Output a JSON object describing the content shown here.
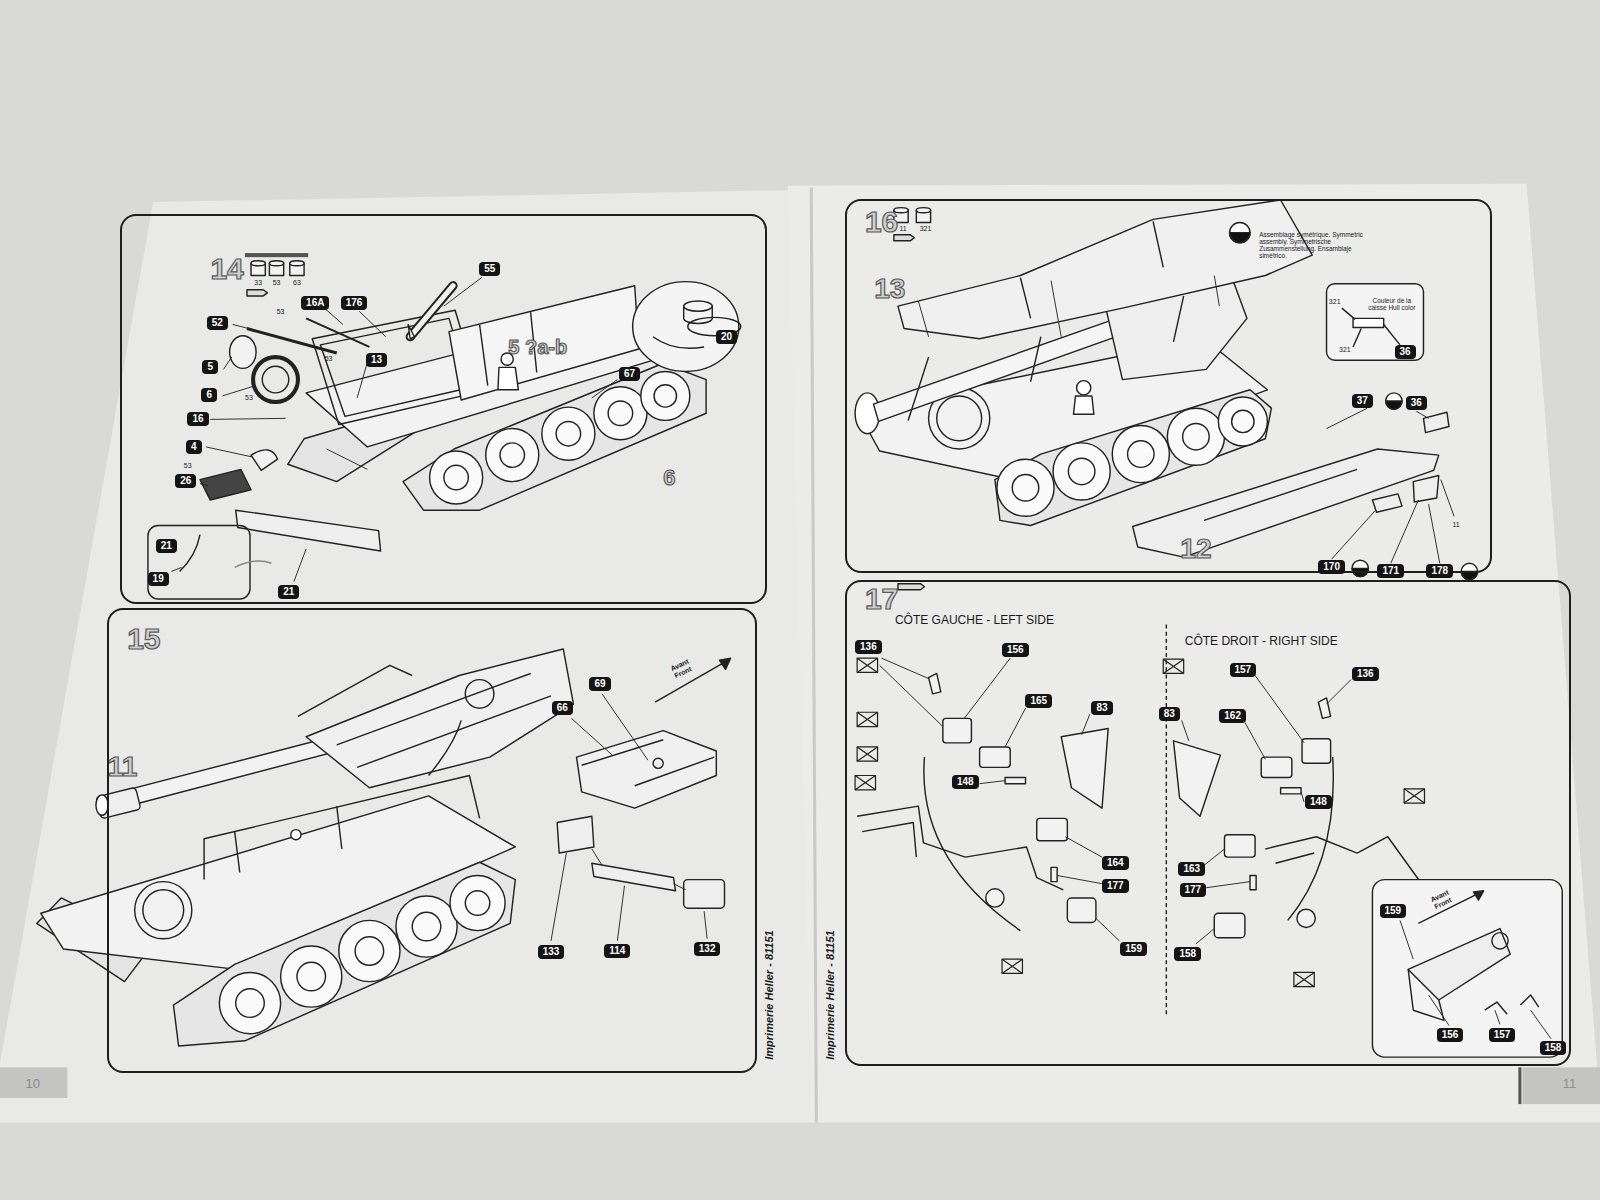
{
  "diagram": {
    "nodes": [
      {
        "text": [
          "14"
        ]
      },
      {
        "text": [
          "55"
        ],
        "in": 0
      },
      {
        "text": [
          "52"
        ],
        "in": 0
      },
      {
        "text": [
          "16A"
        ],
        "in": 0
      },
      {
        "text": [
          "176"
        ],
        "in": 0
      },
      {
        "text": [
          "13"
        ],
        "in": 0
      },
      {
        "text": [
          "67"
        ],
        "in": 0
      },
      {
        "text": [
          "20"
        ],
        "in": 0
      },
      {
        "text": [
          "5"
        ],
        "in": 0
      },
      {
        "text": [
          "6"
        ],
        "in": 0
      },
      {
        "text": [
          "16"
        ],
        "in": 0
      },
      {
        "text": [
          "4"
        ],
        "in": 0
      },
      {
        "text": [
          "26"
        ],
        "in": 0
      },
      {
        "text": [
          "21"
        ],
        "in": 0
      },
      {
        "text": [
          "19"
        ],
        "in": 0
      },
      {
        "text": [
          "21"
        ],
        "in": 0
      },
      {
        "text": [
          "15"
        ]
      },
      {
        "text": [
          "69"
        ],
        "in": 16
      },
      {
        "text": [
          "66"
        ],
        "in": 16
      },
      {
        "text": [
          "133"
        ],
        "in": 16
      },
      {
        "text": [
          "114"
        ],
        "in": 16
      },
      {
        "text": [
          "132"
        ],
        "in": 16
      },
      {
        "text": [
          "16"
        ]
      },
      {
        "text": [
          "36"
        ],
        "in": 22
      },
      {
        "text": [
          "37"
        ],
        "in": 22
      },
      {
        "text": [
          "36"
        ],
        "in": 22
      },
      {
        "text": [
          "170"
        ],
        "in": 22
      },
      {
        "text": [
          "171"
        ],
        "in": 22
      },
      {
        "text": [
          "178"
        ],
        "in": 22
      },
      {
        "text": [
          "17"
        ]
      },
      {
        "text": [
          "136"
        ],
        "in": 29
      },
      {
        "text": [
          "156"
        ],
        "in": 29
      },
      {
        "text": [
          "165"
        ],
        "in": 29
      },
      {
        "text": [
          "83"
        ],
        "in": 29
      },
      {
        "text": [
          "148"
        ],
        "in": 29
      },
      {
        "text": [
          "164"
        ],
        "in": 29
      },
      {
        "text": [
          "177"
        ],
        "in": 29
      },
      {
        "text": [
          "159"
        ],
        "in": 29
      },
      {
        "text": [
          "157"
        ],
        "in": 29
      },
      {
        "text": [
          "136"
        ],
        "in": 29
      },
      {
        "text": [
          "162"
        ],
        "in": 29
      },
      {
        "text": [
          "83"
        ],
        "in": 29
      },
      {
        "text": [
          "148"
        ],
        "in": 29
      },
      {
        "text": [
          "163"
        ],
        "in": 29
      },
      {
        "text": [
          "177"
        ],
        "in": 29
      },
      {
        "text": [
          "158"
        ],
        "in": 29
      },
      {
        "text": [
          "159"
        ],
        "in": 29
      },
      {
        "text": [
          "156"
        ],
        "in": 29
      },
      {
        "text": [
          "157"
        ],
        "in": 29
      },
      {
        "text": [
          "158"
        ],
        "in": 29
      }
    ],
    "labels": [
      "33",
      "53",
      "63",
      "53",
      "53",
      "53",
      "53",
      "5 ?a-b",
      "6",
      "11",
      "Avant Front",
      "11",
      "321",
      "13",
      "12",
      "Assemblage symétrique. Symmetric assembly. Symmetrische Zusammenstellung. Ensamblaje simétrico.",
      "Couleur de la caisse Hull color",
      "321",
      "321",
      "11",
      "CÔTE GAUCHE - LEFT SIDE",
      "CÔTE DROIT - RIGHT SIDE",
      "Avant Front",
      "Imprimerie Heller - 81151",
      "Imprimerie Heller - 81151",
      "10",
      "11"
    ]
  }
}
